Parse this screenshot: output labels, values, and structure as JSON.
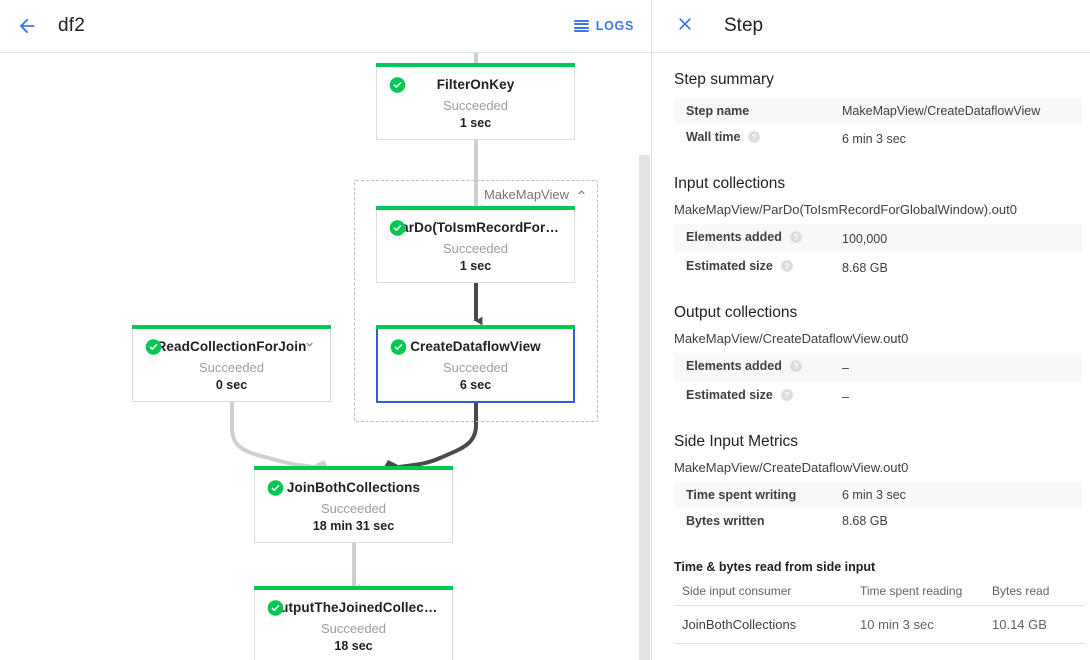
{
  "topbar": {
    "back_icon": "arrow-left-icon",
    "job_title": "df2",
    "logs_label": "LOGS",
    "logs_icon": "list-icon"
  },
  "colors": {
    "accent_blue": "#3b78e7",
    "selected_border": "#2f5fd8",
    "success_green": "#00c853",
    "edge_default": "#cfcfcf",
    "edge_highlight": "#4a4a4a"
  },
  "graph": {
    "group": {
      "label": "MakeMapView",
      "chevron": "chevron-up-icon"
    },
    "nodes": [
      {
        "id": "filter-on-key",
        "title": "FilterOnKey",
        "status": "Succeeded",
        "time": "1 sec",
        "status_icon": "check-circle-icon",
        "selected": false,
        "chevron": null
      },
      {
        "id": "pardo-toismrecord",
        "title": "ParDo(ToIsmRecordFor…",
        "status": "Succeeded",
        "time": "1 sec",
        "status_icon": "check-circle-icon",
        "selected": false,
        "chevron": null
      },
      {
        "id": "create-dataflow-view",
        "title": "CreateDataflowView",
        "status": "Succeeded",
        "time": "6 sec",
        "status_icon": "check-circle-icon",
        "selected": true,
        "chevron": null
      },
      {
        "id": "read-collection-for-join",
        "title": "ReadCollectionForJoin",
        "status": "Succeeded",
        "time": "0 sec",
        "status_icon": "check-circle-icon",
        "selected": false,
        "chevron": "chevron-down-icon"
      },
      {
        "id": "join-both-collections",
        "title": "JoinBothCollections",
        "status": "Succeeded",
        "time": "18 min 31 sec",
        "status_icon": "check-circle-icon",
        "selected": false,
        "chevron": null
      },
      {
        "id": "output-the-joined-collection",
        "title": "OutputTheJoinedCollec…",
        "status": "Succeeded",
        "time": "18 sec",
        "status_icon": "check-circle-icon",
        "selected": false,
        "chevron": null
      }
    ]
  },
  "panel": {
    "close_icon": "close-icon",
    "title": "Step",
    "step_summary": {
      "heading": "Step summary",
      "rows": [
        {
          "key": "Step name",
          "value": "MakeMapView/CreateDataflowView",
          "help": false
        },
        {
          "key": "Wall time",
          "value": "6 min 3 sec",
          "help": true
        }
      ]
    },
    "input_collections": {
      "heading": "Input collections",
      "collection": "MakeMapView/ParDo(ToIsmRecordForGlobalWindow).out0",
      "rows": [
        {
          "key": "Elements added",
          "value": "100,000",
          "help": true
        },
        {
          "key": "Estimated size",
          "value": "8.68 GB",
          "help": true
        }
      ]
    },
    "output_collections": {
      "heading": "Output collections",
      "collection": "MakeMapView/CreateDataflowView.out0",
      "rows": [
        {
          "key": "Elements added",
          "value": "–",
          "help": true
        },
        {
          "key": "Estimated size",
          "value": "–",
          "help": true
        }
      ]
    },
    "side_input_metrics": {
      "heading": "Side Input Metrics",
      "collection": "MakeMapView/CreateDataflowView.out0",
      "rows": [
        {
          "key": "Time spent writing",
          "value": "6 min 3 sec",
          "help": false
        },
        {
          "key": "Bytes written",
          "value": "8.68 GB",
          "help": false
        }
      ]
    },
    "side_input_reads": {
      "heading": "Time & bytes read from side input",
      "columns": [
        "Side input consumer",
        "Time spent reading",
        "Bytes read"
      ],
      "rows": [
        {
          "consumer": "JoinBothCollections",
          "time": "10 min 3 sec",
          "bytes": "10.14 GB"
        }
      ]
    }
  }
}
